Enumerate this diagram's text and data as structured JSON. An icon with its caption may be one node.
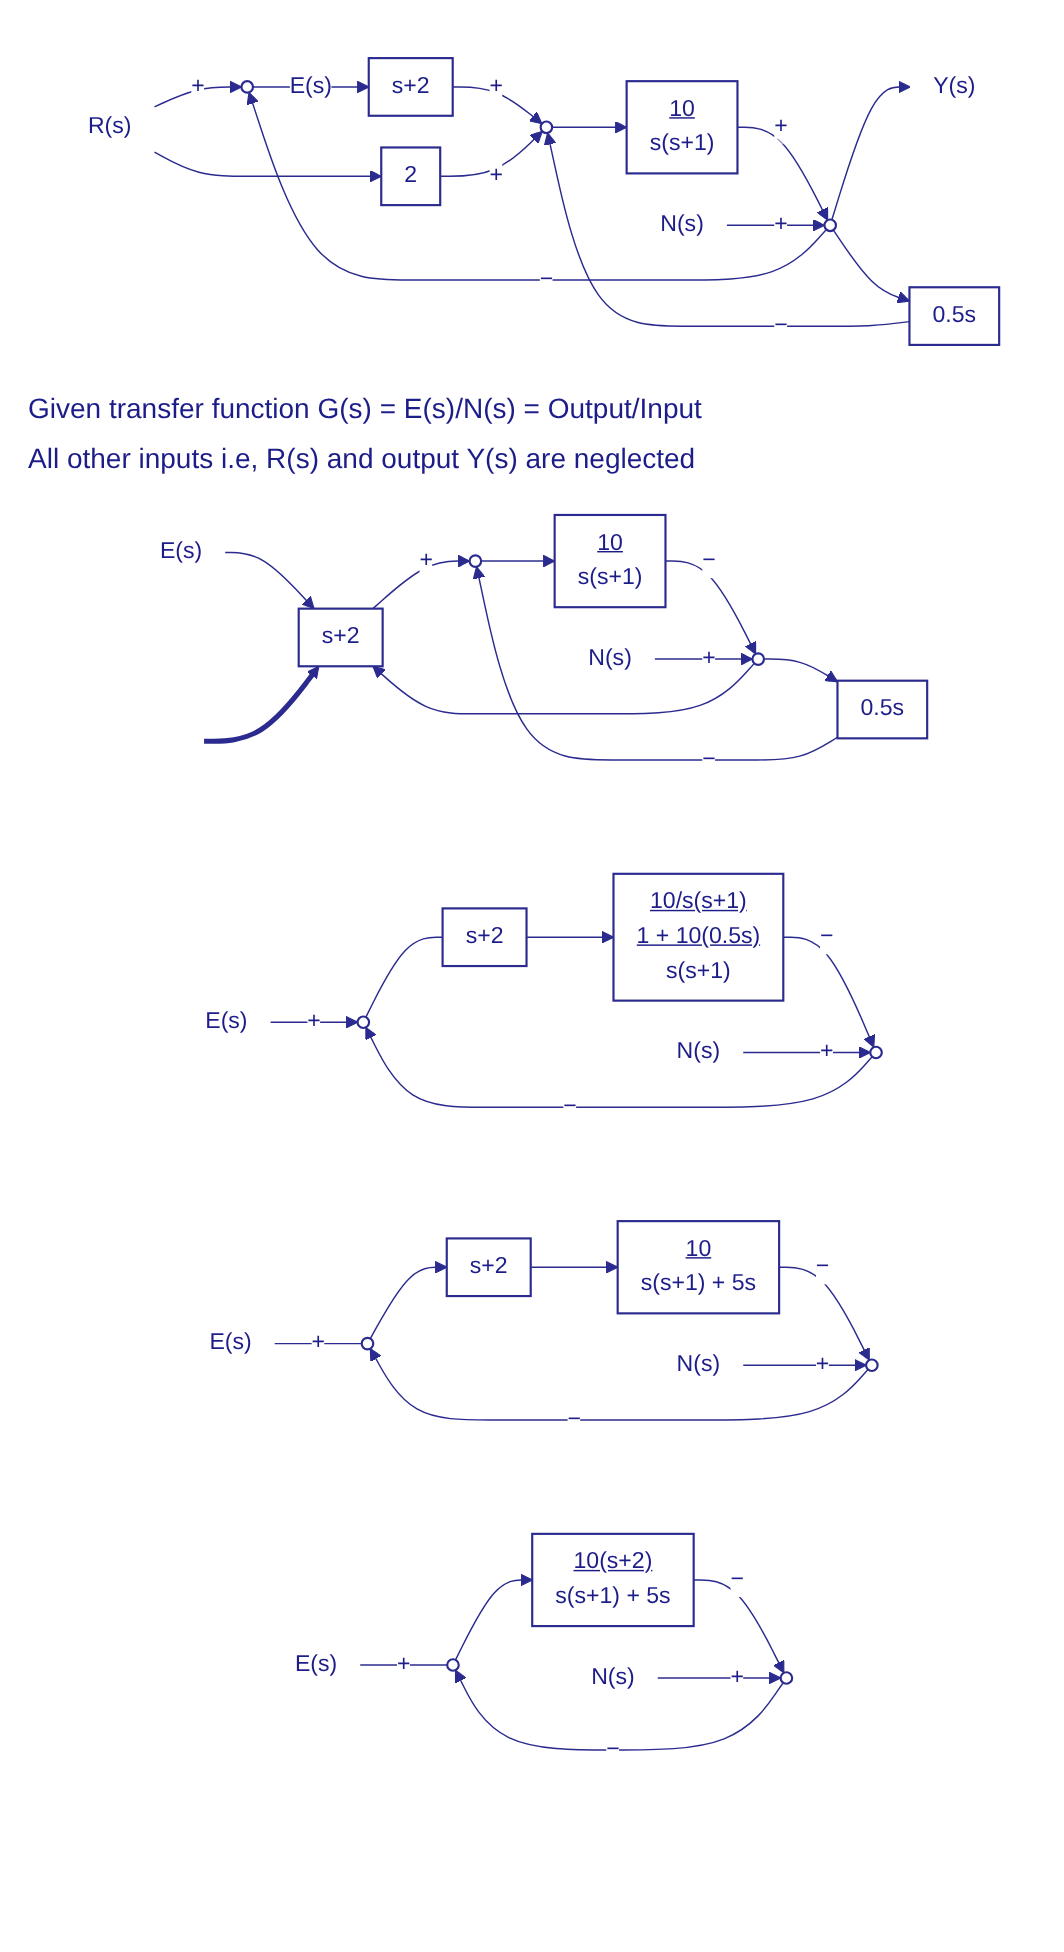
{
  "diagram": {
    "nodes": [
      {
        "text": [
          "R(s)"
        ]
      },
      {
        "text": [],
        "shape": "circle"
      },
      {
        "text": [
          "2"
        ]
      },
      {
        "text": [
          "s+2"
        ]
      },
      {
        "text": [],
        "shape": "circle"
      },
      {
        "text": [
          "10",
          "s(s+1)"
        ]
      },
      {
        "text": [
          "N(s)"
        ]
      },
      {
        "text": [],
        "shape": "circle"
      },
      {
        "text": [
          "Y(s)"
        ]
      },
      {
        "text": [
          "0.5s"
        ]
      },
      {
        "text": [
          "E(s)"
        ]
      },
      {
        "text": [
          "s+2"
        ]
      },
      {
        "text": [],
        "shape": "circle"
      },
      {
        "text": [
          "10",
          "s(s+1)"
        ]
      },
      {
        "text": [
          "N(s)"
        ]
      },
      {
        "text": [],
        "shape": "circle"
      },
      {
        "text": [
          "0.5s"
        ]
      },
      {
        "text": [
          "E(s)"
        ]
      },
      {
        "text": [],
        "shape": "circle"
      },
      {
        "text": [
          "s+2"
        ]
      },
      {
        "text": [
          "10/s(s+1)",
          "1 + 10(0.5s)",
          "s(s+1)"
        ]
      },
      {
        "text": [
          "N(s)"
        ]
      },
      {
        "text": [],
        "shape": "circle"
      },
      {
        "text": [
          "E(s)"
        ]
      },
      {
        "text": [],
        "shape": "circle"
      },
      {
        "text": [
          "s+2"
        ]
      },
      {
        "text": [
          "10",
          "s(s+1) + 5s"
        ]
      },
      {
        "text": [
          "N(s)"
        ]
      },
      {
        "text": [],
        "shape": "circle"
      },
      {
        "text": [
          "E(s)"
        ]
      },
      {
        "text": [],
        "shape": "circle"
      },
      {
        "text": [
          "10(s+2)",
          "s(s+1) + 5s"
        ]
      },
      {
        "text": [
          "N(s)"
        ]
      },
      {
        "text": [],
        "shape": "circle"
      }
    ],
    "edges": [
      {
        "from": 0,
        "to": 1,
        "arrow": "to",
        "label": "+"
      },
      {
        "from": 0,
        "to": 2,
        "arrow": "to"
      },
      {
        "from": 1,
        "to": 3,
        "arrow": "to",
        "label": "E(s)"
      },
      {
        "from": 3,
        "to": 4,
        "arrow": "to",
        "label": "+"
      },
      {
        "from": 2,
        "to": 4,
        "arrow": "to",
        "label": "+"
      },
      {
        "from": 4,
        "to": 5,
        "arrow": "to"
      },
      {
        "from": 5,
        "to": 7,
        "arrow": "to",
        "label": "+"
      },
      {
        "from": 6,
        "to": 7,
        "arrow": "to",
        "label": "+"
      },
      {
        "from": 7,
        "to": 8,
        "arrow": "to"
      },
      {
        "from": 7,
        "to": 9,
        "arrow": "to"
      },
      {
        "from": 9,
        "to": 4,
        "arrow": "to",
        "label": "−"
      },
      {
        "from": 7,
        "to": 1,
        "arrow": "to",
        "label": "−"
      },
      {
        "from": 10,
        "to": 11,
        "arrow": "to"
      },
      {
        "from": null,
        "to": 11,
        "arrow": "to",
        "style": "thick"
      },
      {
        "from": 11,
        "to": 12,
        "arrow": "to",
        "label": "+"
      },
      {
        "from": 12,
        "to": 13,
        "arrow": "to"
      },
      {
        "from": 13,
        "to": 15,
        "arrow": "to",
        "label": "−"
      },
      {
        "from": 14,
        "to": 15,
        "arrow": "to",
        "label": "+"
      },
      {
        "from": 15,
        "to": 16,
        "arrow": "to"
      },
      {
        "from": 16,
        "to": 12,
        "arrow": "to",
        "label": "−"
      },
      {
        "from": 15,
        "to": 11,
        "arrow": "to"
      },
      {
        "from": 17,
        "to": 18,
        "arrow": "to",
        "label": "+"
      },
      {
        "from": 18,
        "to": 19,
        "arrow": "none"
      },
      {
        "from": 19,
        "to": 20,
        "arrow": "to"
      },
      {
        "from": 20,
        "to": 22,
        "arrow": "to",
        "label": "−"
      },
      {
        "from": 21,
        "to": 22,
        "arrow": "to",
        "label": "+"
      },
      {
        "from": 22,
        "to": 18,
        "arrow": "to",
        "label": "−"
      },
      {
        "from": 23,
        "to": 24,
        "arrow": "none",
        "label": "+"
      },
      {
        "from": 24,
        "to": 25,
        "arrow": "to"
      },
      {
        "from": 25,
        "to": 26,
        "arrow": "to"
      },
      {
        "from": 26,
        "to": 28,
        "arrow": "to",
        "label": "−"
      },
      {
        "from": 27,
        "to": 28,
        "arrow": "to",
        "label": "+"
      },
      {
        "from": 28,
        "to": 24,
        "arrow": "to",
        "label": "−"
      },
      {
        "from": 29,
        "to": 30,
        "arrow": "none",
        "label": "+"
      },
      {
        "from": 30,
        "to": 31,
        "arrow": "to"
      },
      {
        "from": 31,
        "to": 33,
        "arrow": "to",
        "label": "−"
      },
      {
        "from": 32,
        "to": 33,
        "arrow": "to",
        "label": "+"
      },
      {
        "from": 33,
        "to": 30,
        "arrow": "to",
        "label": "−"
      }
    ],
    "labels": [
      "Given transfer function G(s) = E(s)/N(s) = Output/Input",
      "All other inputs i.e, R(s) and output Y(s) are neglected"
    ]
  }
}
